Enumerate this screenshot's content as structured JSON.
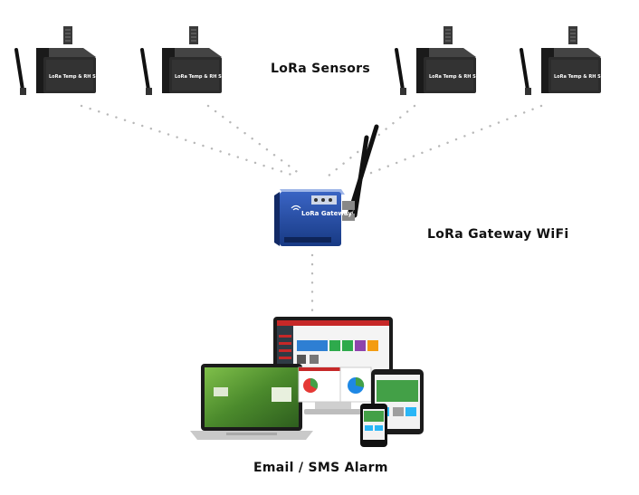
{
  "labels": {
    "sensors": "LoRa Sensors",
    "gateway": "LoRa Gateway WiFi",
    "alarm": "Email / SMS Alarm"
  },
  "sensor_device": {
    "text": "LoRa Temp & RH Sensor"
  },
  "gateway_device": {
    "text": "LoRa Gateway"
  },
  "colors": {
    "sensor_body": "#2b2b2b",
    "gateway_blue": "#1e3f8c",
    "link_dots": "#b8b8b8",
    "dashboard_header": "#c62828"
  }
}
